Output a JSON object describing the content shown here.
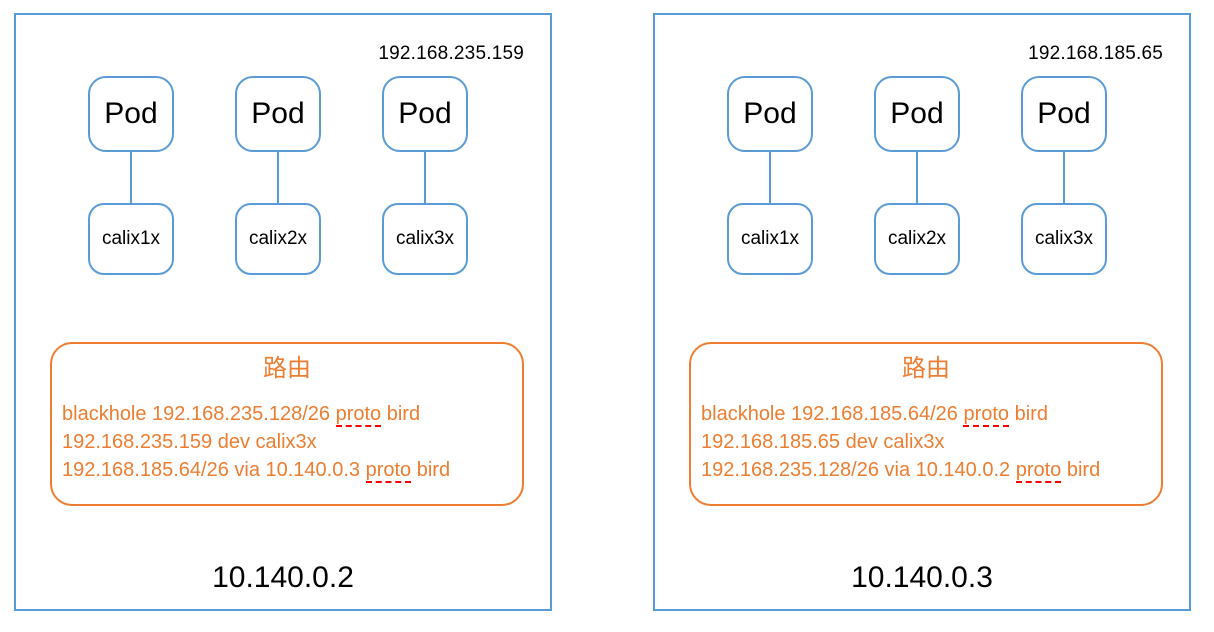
{
  "colors": {
    "node_border_blue": "#5B9BD5",
    "route_orange": "#ED7D31",
    "spellcheck_red": "#ff0000",
    "text_black": "#000000"
  },
  "nodes": [
    {
      "top_ip": "192.168.235.159",
      "pods": [
        {
          "pod_label": "Pod",
          "iface_label": "calix1x"
        },
        {
          "pod_label": "Pod",
          "iface_label": "calix2x"
        },
        {
          "pod_label": "Pod",
          "iface_label": "calix3x"
        }
      ],
      "route_box": {
        "title": "路由",
        "routes": [
          {
            "pre": "blackhole 192.168.235.128/26 ",
            "marked": "proto",
            "post": " bird"
          },
          {
            "pre": "192.168.235.159 dev calix3x",
            "marked": "",
            "post": ""
          },
          {
            "pre": "192.168.185.64/26 via 10.140.0.3 ",
            "marked": "proto",
            "post": " bird"
          }
        ]
      },
      "host_ip": "10.140.0.2"
    },
    {
      "top_ip": "192.168.185.65",
      "pods": [
        {
          "pod_label": "Pod",
          "iface_label": "calix1x"
        },
        {
          "pod_label": "Pod",
          "iface_label": "calix2x"
        },
        {
          "pod_label": "Pod",
          "iface_label": "calix3x"
        }
      ],
      "route_box": {
        "title": "路由",
        "routes": [
          {
            "pre": "blackhole 192.168.185.64/26 ",
            "marked": "proto",
            "post": " bird"
          },
          {
            "pre": "192.168.185.65 dev calix3x",
            "marked": "",
            "post": ""
          },
          {
            "pre": "192.168.235.128/26 via 10.140.0.2 ",
            "marked": "proto",
            "post": " bird"
          }
        ]
      },
      "host_ip": "10.140.0.3"
    }
  ]
}
